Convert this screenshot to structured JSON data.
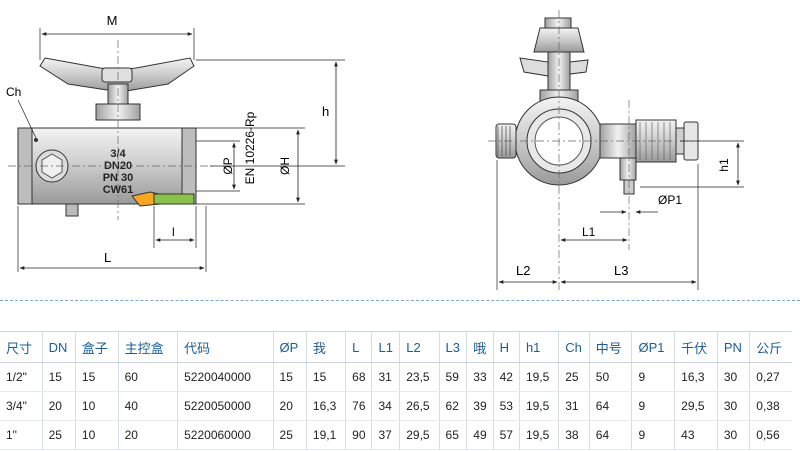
{
  "drawing": {
    "dims": {
      "M": "M",
      "Ch": "Ch",
      "h": "h",
      "OP": "ØP",
      "OH": "ØH",
      "standard": "EN 10226-Rp",
      "l": "l",
      "L": "L",
      "h1": "h1",
      "OP1": "ØP1",
      "L1": "L1",
      "L2": "L2",
      "L3": "L3"
    },
    "body_marking": [
      "3/4",
      "DN20",
      "PN 30",
      "CW61"
    ]
  },
  "table": {
    "headers": [
      "尺寸",
      "DN",
      "盒子",
      "主控盒",
      "代码",
      "ØP",
      "我",
      "L",
      "L1",
      "L2",
      "L3",
      "哦",
      "H",
      "h1",
      "Ch",
      "中号",
      "ØP1",
      "千伏",
      "PN",
      "公斤"
    ],
    "rows": [
      [
        "1/2\"",
        "15",
        "15",
        "60",
        "5220040000",
        "15",
        "15",
        "68",
        "31",
        "23,5",
        "59",
        "33",
        "42",
        "19,5",
        "25",
        "50",
        "9",
        "16,3",
        "30",
        "0,27"
      ],
      [
        "3/4\"",
        "20",
        "10",
        "40",
        "5220050000",
        "20",
        "16,3",
        "76",
        "34",
        "26,5",
        "62",
        "39",
        "53",
        "19,5",
        "31",
        "64",
        "9",
        "29,5",
        "30",
        "0,38"
      ],
      [
        "1\"",
        "25",
        "10",
        "20",
        "5220060000",
        "25",
        "19,1",
        "90",
        "37",
        "29,5",
        "65",
        "49",
        "57",
        "19,5",
        "38",
        "64",
        "9",
        "43",
        "30",
        "0,56"
      ]
    ]
  }
}
